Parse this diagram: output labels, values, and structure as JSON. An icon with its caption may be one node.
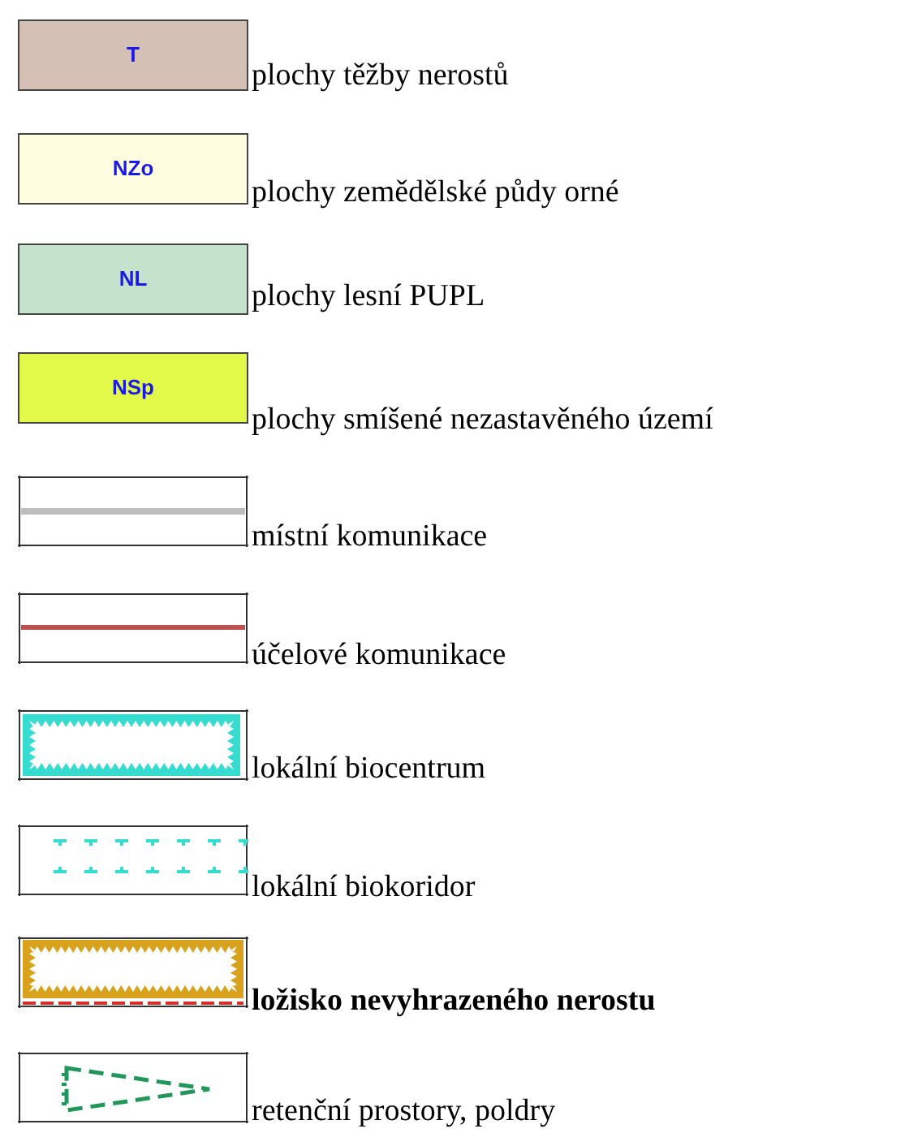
{
  "diagram": {
    "labels": [
      "T",
      "NZo",
      "NL",
      "NSp"
    ],
    "legend": [
      {
        "text": "plochy těžby nerostů",
        "color": "#d4c0b4"
      },
      {
        "text": "plochy zemědělské půdy orné",
        "color": "#fefde0"
      },
      {
        "text": "plochy lesní PUPL",
        "color": "#c4e2cc"
      },
      {
        "text": "plochy smíšené nezastavěného území",
        "color": "#e2f94a"
      },
      {
        "text": "místní komunikace"
      },
      {
        "text": "účelové komunikace"
      },
      {
        "text": "lokální biocentrum"
      },
      {
        "text": "lokální biokoridor"
      },
      {
        "text": "ložisko nevyhrazeného nerostu"
      },
      {
        "text": "retenční prostory, poldry"
      }
    ]
  }
}
